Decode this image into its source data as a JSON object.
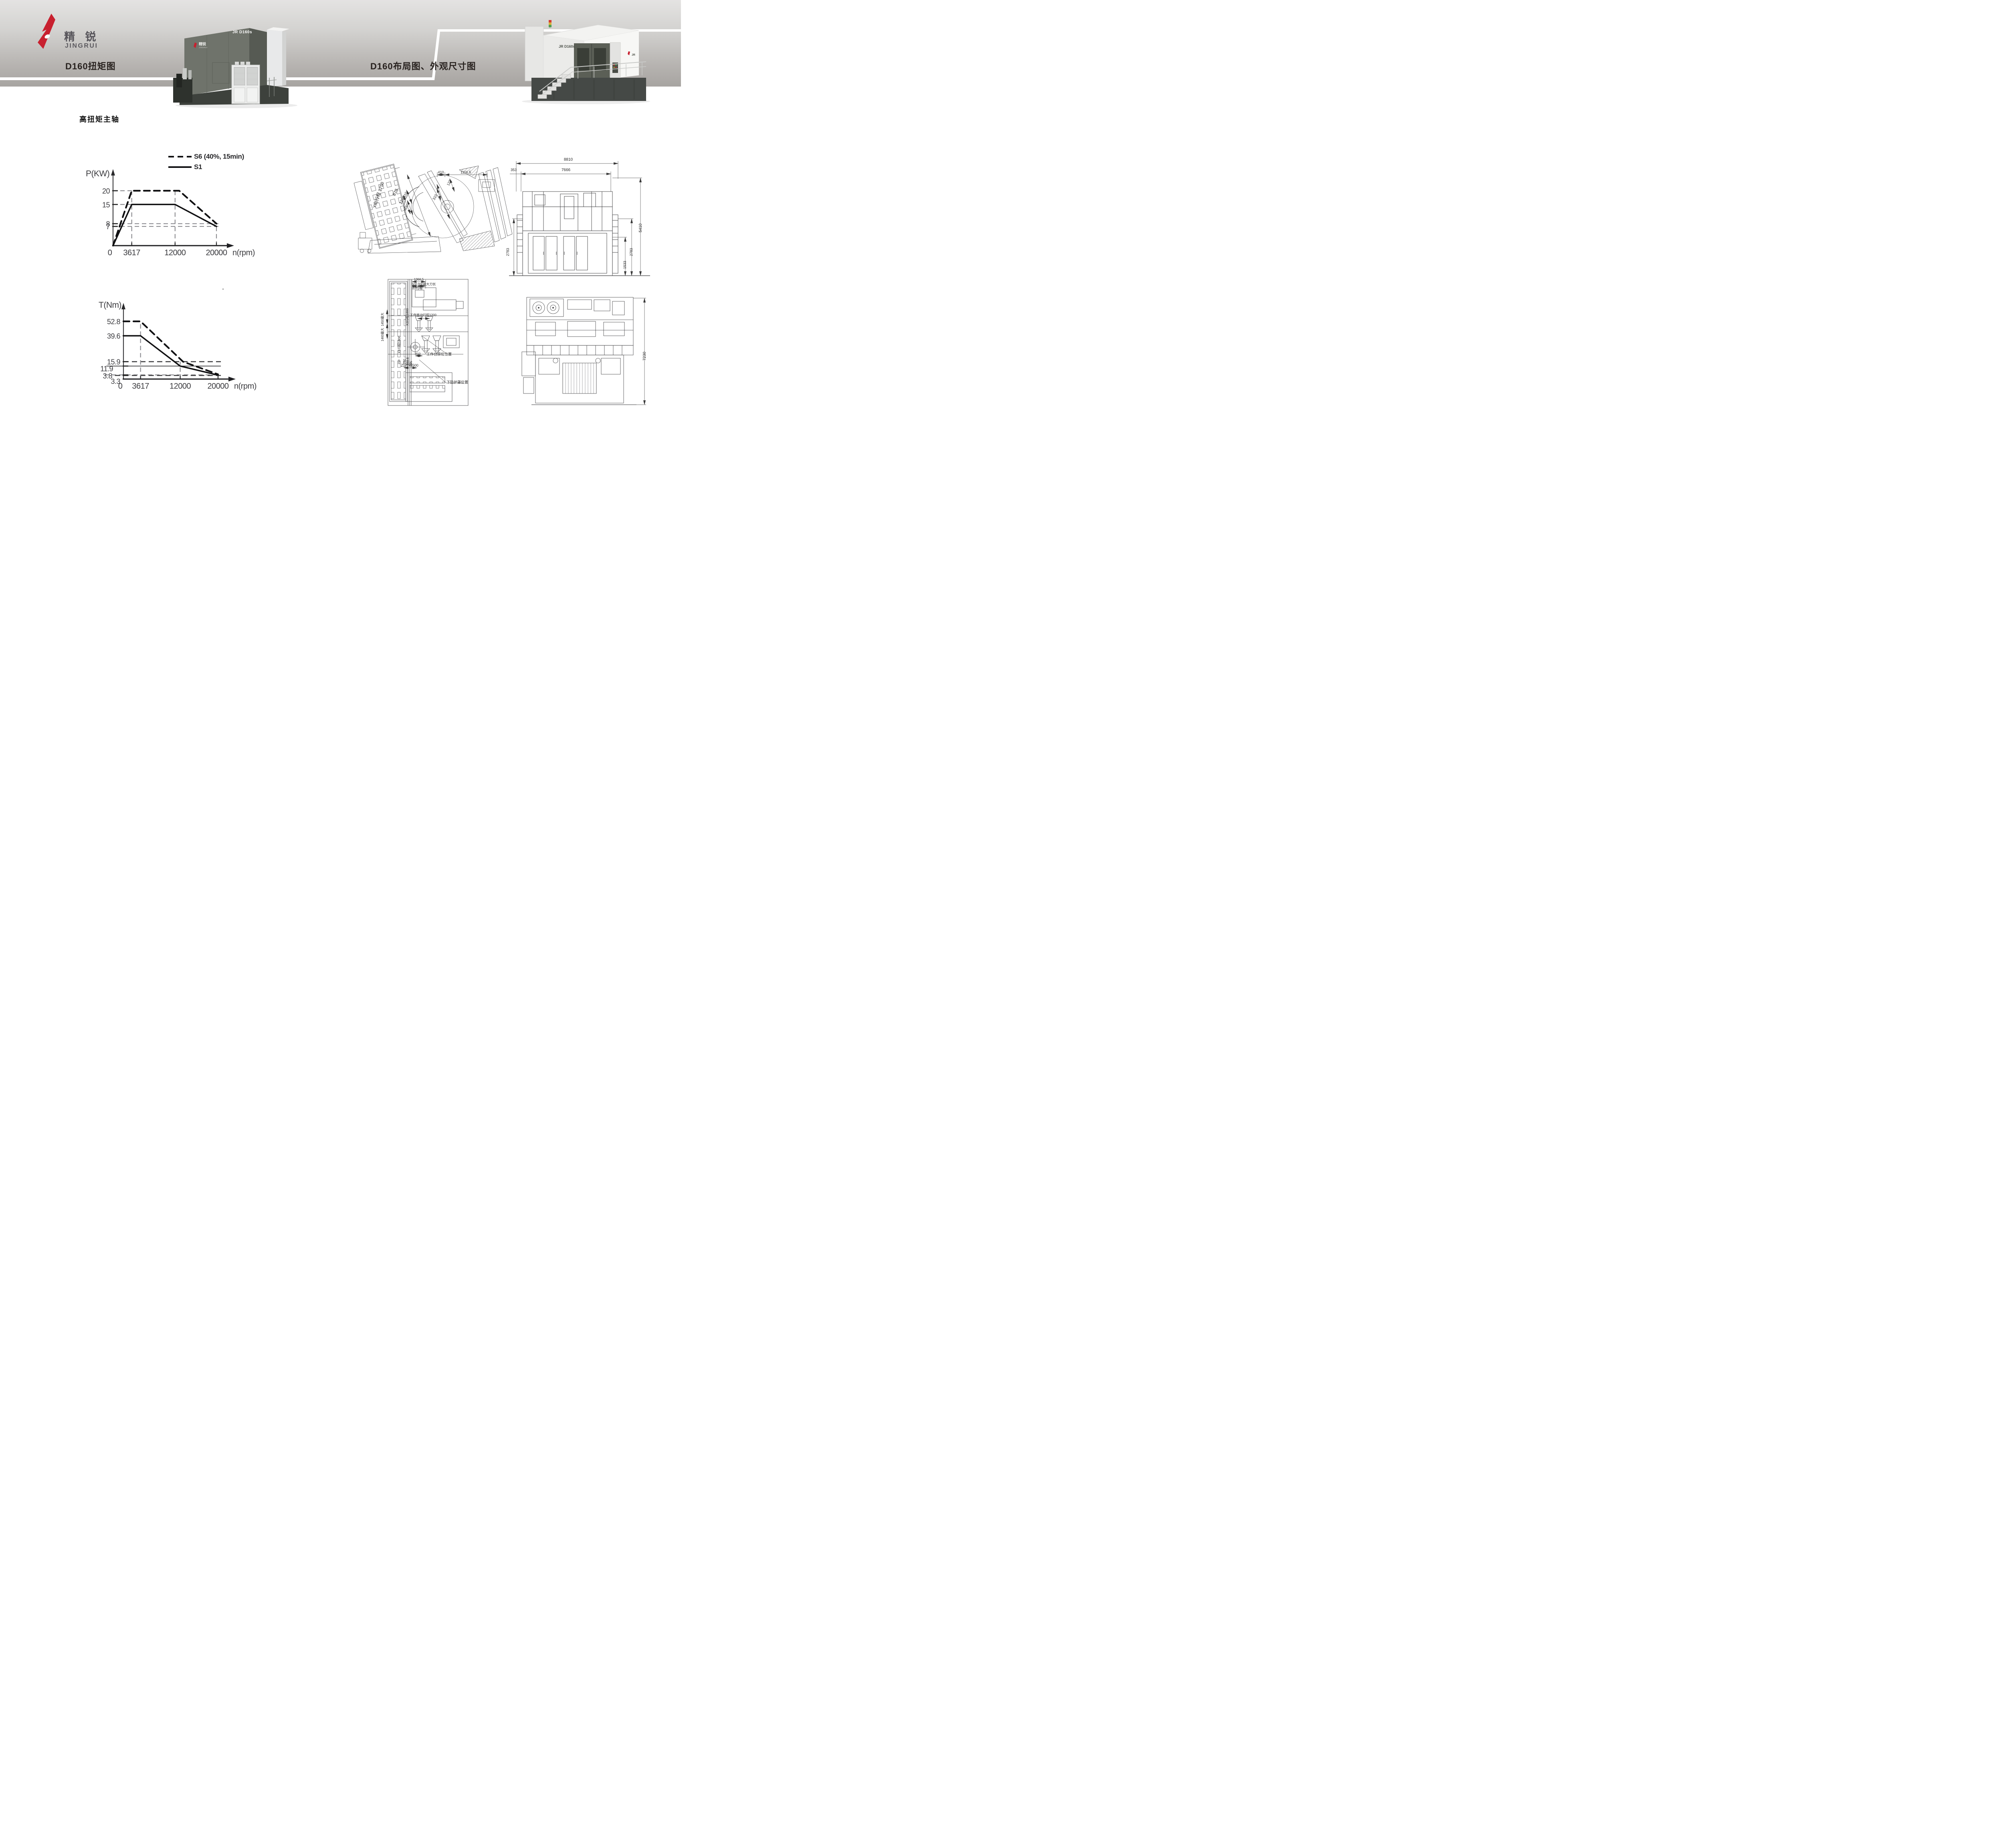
{
  "header": {
    "brand_cn": "精 锐",
    "brand_en": "JINGRUI",
    "left_title": "D160扭矩图",
    "right_title": "D160布局图、外观尺寸图",
    "accent_color": "#c8202f"
  },
  "intro": {
    "subtitle": "高扭矩主轴"
  },
  "machines": {
    "left": {
      "logo_cn": "精锐",
      "logo_en": "JINGRUI",
      "badge": "JR D160s"
    },
    "right": {
      "badge": "JR D160s",
      "corner_logo": "JR"
    }
  },
  "chart_data": [
    {
      "id": "power-curve",
      "type": "line",
      "title": "",
      "ylabel": "P(KW)",
      "xlabel": "n(rpm)",
      "x_ticks": [
        0,
        3617,
        12000,
        20000
      ],
      "y_ticks": [
        20,
        15,
        8,
        7
      ],
      "xlim": [
        0,
        20000
      ],
      "ylim": [
        0,
        24
      ],
      "grid": "guides",
      "legend_position": "top-right",
      "legend": [
        {
          "label": "S6 (40%, 15min)",
          "dash": true
        },
        {
          "label": "S1",
          "dash": false
        }
      ],
      "series": [
        {
          "name": "S6",
          "dash": true,
          "points": [
            [
              0,
              0
            ],
            [
              3617,
              20
            ],
            [
              12800,
              20
            ],
            [
              20000,
              8
            ]
          ]
        },
        {
          "name": "S1",
          "dash": false,
          "points": [
            [
              0,
              0
            ],
            [
              3617,
              15
            ],
            [
              12000,
              15
            ],
            [
              20000,
              7
            ]
          ]
        }
      ],
      "h_guides": [
        {
          "v": 20,
          "x0": 0,
          "x1": 3617,
          "style": "gray-dash"
        },
        {
          "v": 15,
          "x0": 0,
          "x1": 3617,
          "style": "gray-dash"
        },
        {
          "v": 8,
          "x0": 0,
          "x1": 20600,
          "style": "gray-dash"
        },
        {
          "v": 7,
          "x0": 0,
          "x1": 20600,
          "style": "gray-dash"
        }
      ],
      "v_guides": [
        {
          "x": 3617,
          "y1": 20,
          "style": "gray-dash"
        },
        {
          "x": 12000,
          "y1": 20,
          "style": "gray-dash"
        },
        {
          "x": 20000,
          "y1": 8,
          "style": "gray-dash"
        }
      ]
    },
    {
      "id": "torque-curve",
      "type": "line",
      "title": "",
      "ylabel": "T(Nm)",
      "xlabel": "n(rpm)",
      "x_ticks": [
        0,
        3617,
        12000,
        20000
      ],
      "y_ticks": [
        52.8,
        39.6,
        15.9,
        11.9,
        3.8,
        3.3
      ],
      "xlim": [
        0,
        20000
      ],
      "ylim": [
        0,
        60
      ],
      "grid": "guides",
      "legend": [],
      "series": [
        {
          "name": "S6",
          "dash": true,
          "points": [
            [
              0,
              52.8
            ],
            [
              3617,
              52.8
            ],
            [
              12600,
              15.9
            ],
            [
              20000,
              4.3
            ]
          ]
        },
        {
          "name": "S1",
          "dash": false,
          "points": [
            [
              0,
              39.6
            ],
            [
              3617,
              39.6
            ],
            [
              12000,
              11.9
            ],
            [
              20000,
              3.6
            ]
          ]
        }
      ],
      "h_guides": [
        {
          "v": 15.9,
          "x0": 0,
          "x1": 20600,
          "style": "dark-dash"
        },
        {
          "v": 11.9,
          "x0": -3600,
          "x1": 20600,
          "style": "solid"
        },
        {
          "v": 3.8,
          "x0": -4000,
          "x1": 20200,
          "style": "gray-dash"
        },
        {
          "v": 3.3,
          "x0": -1800,
          "x1": 20600,
          "style": "dark-dash"
        }
      ],
      "v_guides": [
        {
          "x": 3617,
          "y1": 52.8,
          "style": "gray-dash"
        },
        {
          "x": 12000,
          "y1": 16,
          "style": "gray-dash"
        },
        {
          "x": 20000,
          "y1": 3,
          "style": "gray-dash"
        }
      ]
    }
  ],
  "drawings": {
    "side_view": {
      "dim_y_travel": "Y向行程 1750",
      "dim_875": "875",
      "dim_310a": "310",
      "dim_1200": "1200",
      "dim_600": "600",
      "dim_410": "410",
      "dim_1116_5": "1116.5",
      "dim_122": "122",
      "dim_310b": "310"
    },
    "front_view": {
      "dim_8810": "8810",
      "dim_7666": "7666",
      "dim_353": "353",
      "dim_5410": "5410",
      "dim_2783_right": "2783",
      "dim_1533": "1533",
      "dim_2783_left": "2783"
    },
    "plan_view": {
      "dim_1366_5": "1366.5",
      "dim_500": "500",
      "dim_300_tool": "300最大刀长",
      "label_z2": "Z2行程",
      "label_work_travel": "工件移动行程1200",
      "label_x2": "X2行程1800",
      "label_x1": "X1行程1800",
      "label_max_1450": "1450最大",
      "label_max_1460": "1460最大",
      "dim_250": "250",
      "dim_388_6": "388.6",
      "dim_210": "210",
      "dim_105": "105",
      "dim_410": "410",
      "label_table_home": "工作台原位位置",
      "label_z1": "Z1行程500",
      "label_lower_guard": "下防护罩位置"
    },
    "top_view": {
      "dim_7230": "7230"
    }
  }
}
